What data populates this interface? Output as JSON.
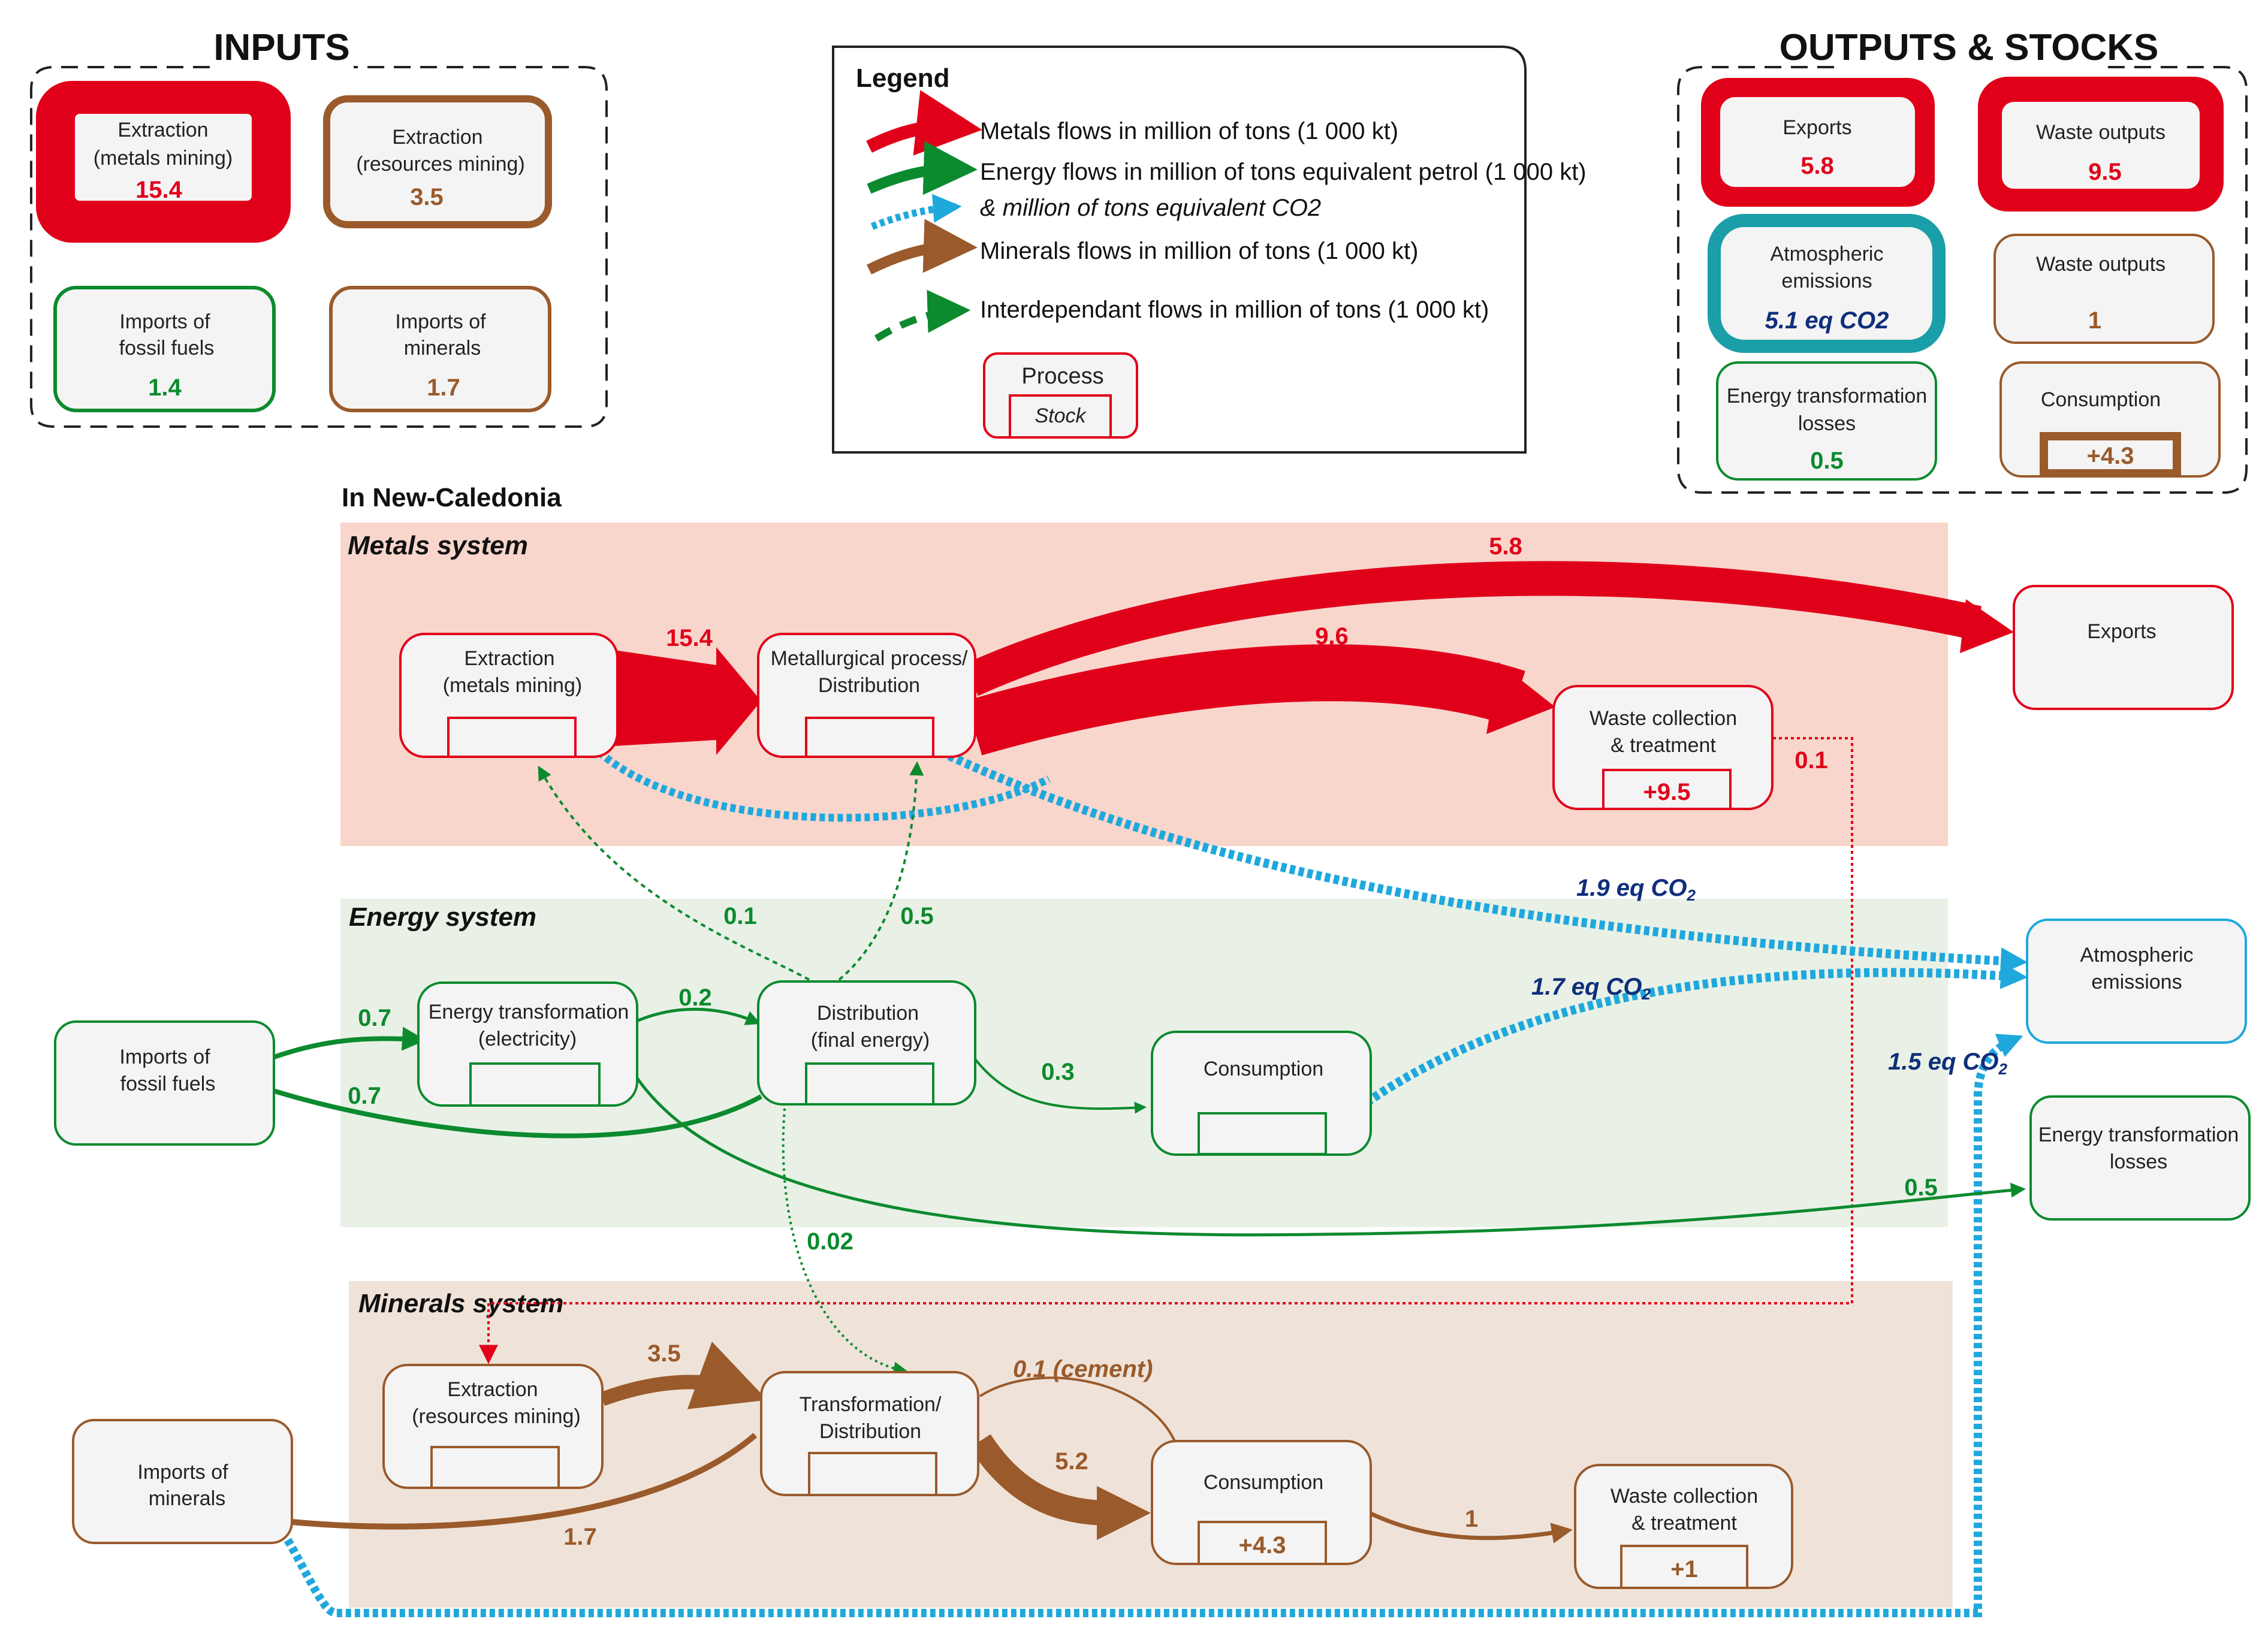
{
  "headers": {
    "inputs": "INPUTS",
    "outputs": "OUTPUTS & STOCKS",
    "region": "In New-Caledonia"
  },
  "systems": {
    "metals": "Metals system",
    "energy": "Energy system",
    "minerals": "Minerals system"
  },
  "legend": {
    "title": "Legend",
    "metals": "Metals flows in million of tons (1 000 kt)",
    "energy": "Energy flows in million of tons equivalent petrol (1 000 kt)",
    "co2": "& million of tons equivalent CO2",
    "minerals": "Minerals flows in million of tons (1 000 kt)",
    "interdependent": "Interdependant flows in million of tons (1 000 kt)",
    "process": "Process",
    "stock": "Stock"
  },
  "inputs": {
    "extraction_metals": {
      "line1": "Extraction",
      "line2": "(metals mining)",
      "value": "15.4"
    },
    "extraction_resources": {
      "line1": "Extraction",
      "line2": "(resources mining)",
      "value": "3.5"
    },
    "imports_fossil": {
      "line1": "Imports of",
      "line2": "fossil fuels",
      "value": "1.4"
    },
    "imports_minerals": {
      "line1": "Imports of",
      "line2": "minerals",
      "value": "1.7"
    }
  },
  "outputs": {
    "exports": {
      "line1": "Exports",
      "value": "5.8"
    },
    "waste_metals": {
      "line1": "Waste outputs",
      "value": "9.5"
    },
    "atmospheric": {
      "line1": "Atmospheric",
      "line2": "emissions",
      "value": "5.1 eq CO2"
    },
    "waste_minerals": {
      "line1": "Waste outputs",
      "value": "1"
    },
    "energy_losses": {
      "line1": "Energy transformation",
      "line2": "losses",
      "value": "0.5"
    },
    "consumption": {
      "line1": "Consumption",
      "value": "+4.3"
    }
  },
  "processes": {
    "metals_extraction": {
      "line1": "Extraction",
      "line2": "(metals mining)"
    },
    "metallurgical": {
      "line1": "Metallurgical process/",
      "line2": "Distribution"
    },
    "metals_waste": {
      "line1": "Waste collection",
      "line2": "& treatment",
      "stock": "+9.5"
    },
    "exports_sink": {
      "line1": "Exports"
    },
    "atmos_sink": {
      "line1": "Atmospheric",
      "line2": "emissions"
    },
    "losses_sink": {
      "line1": "Energy transformation",
      "line2": "losses"
    },
    "imports_fossil": {
      "line1": "Imports of",
      "line2": "fossil fuels"
    },
    "energy_transformation": {
      "line1": "Energy transformation",
      "line2": "(electricity)"
    },
    "energy_distribution": {
      "line1": "Distribution",
      "line2": "(final energy)"
    },
    "energy_consumption": {
      "line1": "Consumption"
    },
    "imports_minerals": {
      "line1": "Imports of",
      "line2": "minerals"
    },
    "minerals_extraction": {
      "line1": "Extraction",
      "line2": "(resources mining)"
    },
    "minerals_transformation": {
      "line1": "Transformation/",
      "line2": "Distribution"
    },
    "minerals_consumption": {
      "line1": "Consumption",
      "stock": "+4.3"
    },
    "minerals_waste": {
      "line1": "Waste collection",
      "line2": "& treatment",
      "stock": "+1"
    }
  },
  "flows": {
    "extraction_to_metallurgical": "15.4",
    "metallurgical_to_exports": "5.8",
    "metallurgical_to_waste": "9.6",
    "waste_to_minerals": "0.1",
    "co2_metals": "1.9 eq CO",
    "co2_energy": "1.7 eq CO",
    "co2_minerals": "1.5 eq CO",
    "co2_subscript": "2",
    "fossil_to_transformation": "0.7",
    "fossil_to_distribution": "0.7",
    "transformation_to_distribution": "0.2",
    "distribution_to_consumption": "0.3",
    "transformation_losses": "0.5",
    "energy_to_metals_extraction": "0.1",
    "energy_to_metallurgical": "0.5",
    "energy_to_minerals": "0.02",
    "extraction_to_transformation": "3.5",
    "imports_to_transformation": "1.7",
    "transformation_to_consumption": "5.2",
    "cement": "0.1 (cement)",
    "consumption_to_waste": "1"
  },
  "colors": {
    "metals": "#e1001a",
    "energy": "#0c8a2e",
    "minerals": "#9a5a2b",
    "co2": "#1fa8dc",
    "co2_text": "#0e2f7a",
    "metals_bg": "#f8d6cc",
    "energy_bg": "#e9f1e6",
    "minerals_bg": "#efe3d9",
    "box_fill": "#f4f4f4"
  }
}
